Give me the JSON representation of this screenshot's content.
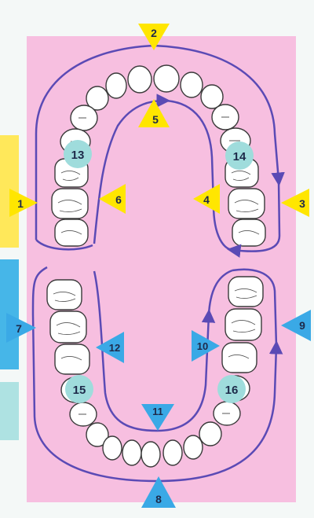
{
  "colors": {
    "background": "#f4f8f7",
    "panel": "#f7bfe0",
    "arrow_path": "#5b4ab5",
    "yellow_marker": "#ffe600",
    "blue_marker": "#3aa9e6",
    "teal_badge": "#9fdcdc",
    "side_bar_yellow": "#ffe85a",
    "side_bar_blue": "#46b6e8",
    "side_bar_teal": "#aee2e2",
    "tooth_fill": "#ffffff",
    "tooth_outline": "#3a3a3a"
  },
  "upper_arch": {
    "markers": [
      {
        "label": "1",
        "color": "yellow",
        "icon": "triangle-right"
      },
      {
        "label": "2",
        "color": "yellow",
        "icon": "triangle-down"
      },
      {
        "label": "3",
        "color": "yellow",
        "icon": "triangle-left"
      },
      {
        "label": "4",
        "color": "yellow",
        "icon": "triangle-left"
      },
      {
        "label": "5",
        "color": "yellow",
        "icon": "triangle-up"
      },
      {
        "label": "6",
        "color": "yellow",
        "icon": "triangle-left"
      }
    ],
    "badges": [
      "13",
      "14"
    ]
  },
  "lower_arch": {
    "markers": [
      {
        "label": "7",
        "color": "blue",
        "icon": "triangle-right"
      },
      {
        "label": "8",
        "color": "blue",
        "icon": "triangle-up"
      },
      {
        "label": "9",
        "color": "blue",
        "icon": "triangle-left"
      },
      {
        "label": "10",
        "color": "blue",
        "icon": "triangle-right"
      },
      {
        "label": "11",
        "color": "blue",
        "icon": "triangle-down"
      },
      {
        "label": "12",
        "color": "blue",
        "icon": "triangle-left"
      }
    ],
    "badges": [
      "15",
      "16"
    ]
  }
}
